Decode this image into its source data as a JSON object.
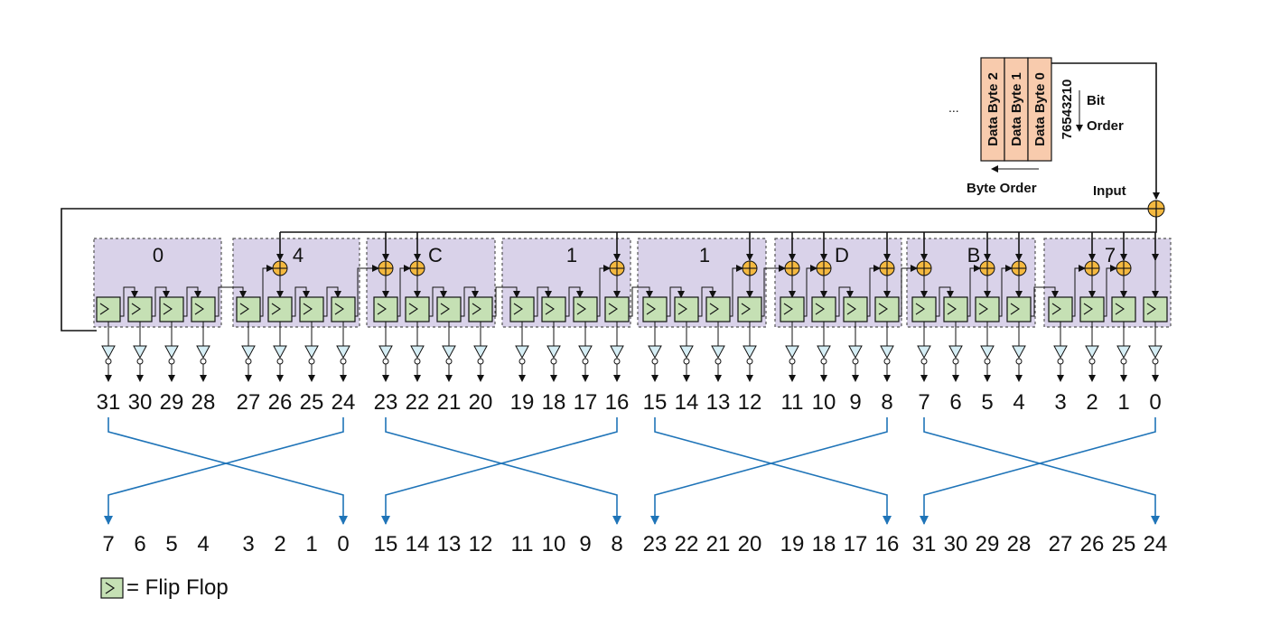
{
  "diagram": {
    "nibbles": [
      "0",
      "4",
      "C",
      "1",
      "1",
      "D",
      "B",
      "7"
    ],
    "taps": [
      26,
      23,
      22,
      16,
      12,
      11,
      10,
      8,
      7,
      5,
      4,
      2,
      1,
      0
    ],
    "output_bits": [
      "31",
      "30",
      "29",
      "28",
      "27",
      "26",
      "25",
      "24",
      "23",
      "22",
      "21",
      "20",
      "19",
      "18",
      "17",
      "16",
      "15",
      "14",
      "13",
      "12",
      "11",
      "10",
      "9",
      "8",
      "7",
      "6",
      "5",
      "4",
      "3",
      "2",
      "1",
      "0"
    ],
    "reordered_bits": [
      "7",
      "6",
      "5",
      "4",
      "3",
      "2",
      "1",
      "0",
      "15",
      "14",
      "13",
      "12",
      "11",
      "10",
      "9",
      "8",
      "23",
      "22",
      "21",
      "20",
      "19",
      "18",
      "17",
      "16",
      "31",
      "30",
      "29",
      "28",
      "27",
      "26",
      "25",
      "24"
    ],
    "data_bytes": [
      "Data Byte 2",
      "Data Byte 1",
      "Data Byte 0"
    ],
    "ellipsis": "...",
    "bit_order_digits": "76543210",
    "bit_order_label_1": "Bit",
    "bit_order_label_2": "Order",
    "byte_order_label": "Byte Order",
    "input_label": "Input",
    "legend_label": "= Flip Flop",
    "colors": {
      "nibble_fill": "#d9d2e9",
      "flipflop_fill": "#c5e0b4",
      "xor_fill": "#f5b940",
      "byte_fill": "#f8cbad",
      "buffer_fill": "#d6eef5",
      "arrow_blue": "#1f74b8"
    }
  }
}
